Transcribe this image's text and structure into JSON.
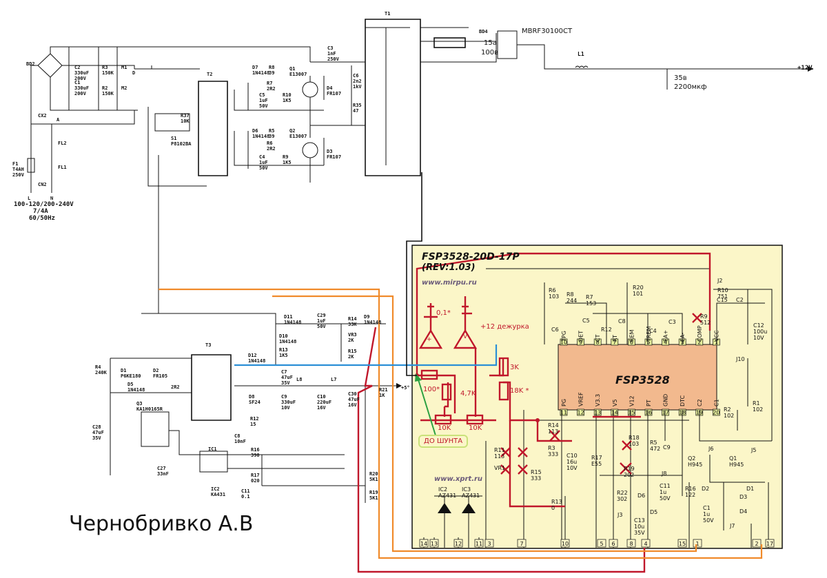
{
  "author": "Чернобривко А.В",
  "board": {
    "title": "FSP3528-20D-17P",
    "rev": "(REV:1.03)",
    "url_top": "www.mirpu.ru",
    "url_bottom": "www.xprt.ru",
    "chip": "FSP3528"
  },
  "input": {
    "voltage": "100-120/200-240V",
    "current": "7/4A",
    "freq": "60/50Hz",
    "fuse": [
      "F1",
      "T4AH",
      "250V"
    ],
    "cn2": "CN2",
    "l": "L",
    "n": "N",
    "fl1": "FL1",
    "fl2": "FL2",
    "cx2": "CX2",
    "bd2": "BD2",
    "a": "A"
  },
  "primary": [
    {
      "id": "c2",
      "t": [
        "C2",
        "330uF",
        "200V"
      ]
    },
    {
      "id": "c1",
      "t": [
        "C1",
        "330uF",
        "200V"
      ]
    },
    {
      "id": "r3",
      "t": [
        "R3",
        "150K"
      ]
    },
    {
      "id": "r2",
      "t": [
        "R2",
        "150K"
      ]
    },
    {
      "id": "m1",
      "t": [
        "M1"
      ]
    },
    {
      "id": "m2",
      "t": [
        "M2"
      ]
    },
    {
      "id": "d",
      "t": [
        "D"
      ]
    },
    {
      "id": "t2",
      "t": [
        "T2"
      ]
    },
    {
      "id": "d7",
      "t": [
        "D7",
        "1N4148"
      ]
    },
    {
      "id": "r8",
      "t": [
        "R8",
        "39"
      ]
    },
    {
      "id": "q1",
      "t": [
        "Q1",
        "E13007"
      ]
    },
    {
      "id": "r7",
      "t": [
        "R7",
        "2R2"
      ]
    },
    {
      "id": "c5",
      "t": [
        "C5",
        "1uF",
        "50V"
      ]
    },
    {
      "id": "r10",
      "t": [
        "R10",
        "1K5"
      ]
    },
    {
      "id": "d4",
      "t": [
        "D4",
        "FR107"
      ]
    },
    {
      "id": "c3",
      "t": [
        "C3",
        "1nF",
        "250V"
      ]
    },
    {
      "id": "c6",
      "t": [
        "C6",
        "2n2",
        "1kV"
      ]
    },
    {
      "id": "r35",
      "t": [
        "R35",
        "47"
      ]
    },
    {
      "id": "d6",
      "t": [
        "D6",
        "1N4148"
      ]
    },
    {
      "id": "r5",
      "t": [
        "R5",
        "39"
      ]
    },
    {
      "id": "q2",
      "t": [
        "Q2",
        "E13007"
      ]
    },
    {
      "id": "r6",
      "t": [
        "R6",
        "2R2"
      ]
    },
    {
      "id": "c4",
      "t": [
        "C4",
        "1uF",
        "50V"
      ]
    },
    {
      "id": "r9",
      "t": [
        "R9",
        "1K5"
      ]
    },
    {
      "id": "d3",
      "t": [
        "D3",
        "FR107"
      ]
    },
    {
      "id": "r37",
      "t": [
        "R37",
        "10K"
      ]
    },
    {
      "id": "s1",
      "t": [
        "S1",
        "P8102BA"
      ]
    },
    {
      "id": "t1",
      "t": [
        "T1"
      ]
    }
  ],
  "output": {
    "bd4": "BD4",
    "diode_part": "MBRF30100CT",
    "diode_i": "15a",
    "diode_v": "100в",
    "l1": "L1",
    "cap_v": "35в",
    "cap_c": "2200мкф",
    "rail": "+12V"
  },
  "standby": [
    {
      "id": "r14",
      "t": [
        "R14",
        "33K"
      ]
    },
    {
      "id": "d9",
      "t": [
        "D9",
        "1N4148"
      ]
    },
    {
      "id": "c29",
      "t": [
        "C29",
        "1uF",
        "50V"
      ]
    },
    {
      "id": "d11",
      "t": [
        "D11",
        "1N4148"
      ]
    },
    {
      "id": "vr3",
      "t": [
        "VR3",
        "2K"
      ]
    },
    {
      "id": "r15",
      "t": [
        "R15",
        "2K"
      ]
    },
    {
      "id": "d10",
      "t": [
        "D10",
        "1N4148"
      ]
    },
    {
      "id": "r13",
      "t": [
        "R13",
        "1K5"
      ]
    },
    {
      "id": "t3",
      "t": [
        "T3"
      ]
    },
    {
      "id": "d12",
      "t": [
        "D12",
        "1N4148"
      ]
    },
    {
      "id": "c7",
      "t": [
        "C7",
        "47uF",
        "35V"
      ]
    },
    {
      "id": "d8",
      "t": [
        "D8",
        "SF24"
      ]
    },
    {
      "id": "l8",
      "t": [
        "L8"
      ]
    },
    {
      "id": "l7",
      "t": [
        "L7"
      ]
    },
    {
      "id": "c9",
      "t": [
        "C9",
        "330uF",
        "10V"
      ]
    },
    {
      "id": "c10",
      "t": [
        "C10",
        "220uF",
        "16V"
      ]
    },
    {
      "id": "c30",
      "t": [
        "C30",
        "47uF",
        "16V"
      ]
    },
    {
      "id": "r21",
      "t": [
        "R21",
        "1K"
      ]
    },
    {
      "id": "plus5",
      "t": [
        "+5°"
      ]
    },
    {
      "id": "r4",
      "t": [
        "R4",
        "240K"
      ]
    },
    {
      "id": "d1",
      "t": [
        "D1",
        "P6KE180"
      ]
    },
    {
      "id": "d2",
      "t": [
        "D2",
        "FR105"
      ]
    },
    {
      "id": "d5",
      "t": [
        "D5",
        "1N4148"
      ]
    },
    {
      "id": "r_2r2",
      "t": [
        "2R2"
      ]
    },
    {
      "id": "q3",
      "t": [
        "Q3",
        "KA1H0165R"
      ]
    },
    {
      "id": "c28",
      "t": [
        "C28",
        "47uF",
        "35V"
      ]
    },
    {
      "id": "r12",
      "t": [
        "R12",
        "15"
      ]
    },
    {
      "id": "c8",
      "t": [
        "C8",
        "10nF"
      ]
    },
    {
      "id": "ic1",
      "t": [
        "IC1"
      ]
    },
    {
      "id": "r16",
      "t": [
        "R16",
        "390"
      ]
    },
    {
      "id": "r17",
      "t": [
        "R17",
        "020"
      ]
    },
    {
      "id": "c27",
      "t": [
        "C27",
        "33nF"
      ]
    },
    {
      "id": "ic2",
      "t": [
        "IC2",
        "KA431"
      ]
    },
    {
      "id": "c11",
      "t": [
        "C11",
        "0.1"
      ]
    },
    {
      "id": "r20",
      "t": [
        "R20",
        "5K1"
      ]
    },
    {
      "id": "r19",
      "t": [
        "R19",
        "5K1"
      ]
    }
  ],
  "annotations": {
    "c01": "0,1*",
    "standby12": "+12 дежурка",
    "r3k": "3K",
    "r18k": "18K *",
    "r100": "100*",
    "r47k": "4,7K",
    "pot1": "10K",
    "pot2": "10K",
    "shunt": "ДО ШУНТА",
    "plus": "+",
    "minus": "-",
    "vee": "V"
  },
  "chip_pins_top": [
    {
      "n": "10",
      "l": "TPG"
    },
    {
      "n": "9",
      "l": "DET"
    },
    {
      "n": "8",
      "l": "CT"
    },
    {
      "n": "7",
      "l": "RT"
    },
    {
      "n": "6",
      "l": "REM"
    },
    {
      "n": "5",
      "l": "TREM"
    },
    {
      "n": "4",
      "l": "EA+"
    },
    {
      "n": "3",
      "l": "EA-"
    },
    {
      "n": "2",
      "l": "COMP"
    },
    {
      "n": "1",
      "l": "VCC"
    }
  ],
  "chip_pins_bottom": [
    {
      "n": "11",
      "l": "PG"
    },
    {
      "n": "12",
      "l": "VREF"
    },
    {
      "n": "13",
      "l": "V3.3"
    },
    {
      "n": "14",
      "l": "V5"
    },
    {
      "n": "15",
      "l": "V12"
    },
    {
      "n": "16",
      "l": "PT"
    },
    {
      "n": "17",
      "l": "GND"
    },
    {
      "n": "18",
      "l": "DTC"
    },
    {
      "n": "19",
      "l": "C2"
    },
    {
      "n": "20",
      "l": "C1"
    }
  ],
  "board_parts": [
    {
      "id": "r6b",
      "t": [
        "R6",
        "103"
      ]
    },
    {
      "id": "r8b",
      "t": [
        "R8",
        "244"
      ]
    },
    {
      "id": "r7b",
      "t": [
        "R7",
        "153"
      ]
    },
    {
      "id": "r20b",
      "t": [
        "R20",
        "101"
      ]
    },
    {
      "id": "r10b",
      "t": [
        "R10",
        "751"
      ]
    },
    {
      "id": "j2",
      "t": [
        "J2"
      ]
    },
    {
      "id": "c15b",
      "t": [
        "C15"
      ]
    },
    {
      "id": "c2b",
      "t": [
        "C2"
      ]
    },
    {
      "id": "c12b",
      "t": [
        "C12",
        "100u",
        "10V"
      ]
    },
    {
      "id": "c5b",
      "t": [
        "C5"
      ]
    },
    {
      "id": "c6b",
      "t": [
        "C6"
      ]
    },
    {
      "id": "r12b",
      "t": [
        "R12"
      ]
    },
    {
      "id": "c8b",
      "t": [
        "C8"
      ]
    },
    {
      "id": "c4b",
      "t": [
        "C4"
      ]
    },
    {
      "id": "c3b",
      "t": [
        "C3"
      ]
    },
    {
      "id": "r9b",
      "t": [
        "R9",
        "512"
      ]
    },
    {
      "id": "j10",
      "t": [
        "J10"
      ]
    },
    {
      "id": "r1b",
      "t": [
        "R1",
        "102"
      ]
    },
    {
      "id": "r2b",
      "t": [
        "R2",
        "102"
      ]
    },
    {
      "id": "r14b",
      "t": [
        "R14",
        "113"
      ]
    },
    {
      "id": "r3b",
      "t": [
        "R3",
        "333"
      ]
    },
    {
      "id": "r18b",
      "t": [
        "R18",
        "103"
      ]
    },
    {
      "id": "r5b",
      "t": [
        "R5",
        "472"
      ]
    },
    {
      "id": "c9b",
      "t": [
        "C9"
      ]
    },
    {
      "id": "r11b",
      "t": [
        "R11",
        "113"
      ]
    },
    {
      "id": "r17b",
      "t": [
        "R17",
        "E55"
      ]
    },
    {
      "id": "c10b",
      "t": [
        "C10",
        "16u",
        "10V"
      ]
    },
    {
      "id": "vr1",
      "t": [
        "VR1"
      ]
    },
    {
      "id": "r15b",
      "t": [
        "R15",
        "333"
      ]
    },
    {
      "id": "r19b",
      "t": [
        "R19",
        "202"
      ]
    },
    {
      "id": "j6",
      "t": [
        "J6"
      ]
    },
    {
      "id": "j5",
      "t": [
        "J5"
      ]
    },
    {
      "id": "q2b",
      "t": [
        "Q2",
        "H945"
      ]
    },
    {
      "id": "q1b",
      "t": [
        "Q1",
        "H945"
      ]
    },
    {
      "id": "d2b",
      "t": [
        "D2"
      ]
    },
    {
      "id": "d1b",
      "t": [
        "D1"
      ]
    },
    {
      "id": "d3b",
      "t": [
        "D3"
      ]
    },
    {
      "id": "d4b",
      "t": [
        "D4"
      ]
    },
    {
      "id": "j8",
      "t": [
        "J8"
      ]
    },
    {
      "id": "r16b",
      "t": [
        "R16",
        "122"
      ]
    },
    {
      "id": "c11b",
      "t": [
        "C11",
        "1u",
        "50V"
      ]
    },
    {
      "id": "c1b",
      "t": [
        "C1",
        "1u",
        "50V"
      ]
    },
    {
      "id": "j7",
      "t": [
        "J7"
      ]
    },
    {
      "id": "r22b",
      "t": [
        "R22",
        "302"
      ]
    },
    {
      "id": "d6b",
      "t": [
        "D6"
      ]
    },
    {
      "id": "d5b",
      "t": [
        "D5"
      ]
    },
    {
      "id": "j3",
      "t": [
        "J3"
      ]
    },
    {
      "id": "c13b",
      "t": [
        "C13",
        "10u",
        "35V"
      ]
    },
    {
      "id": "r13b",
      "t": [
        "R13",
        "0"
      ]
    },
    {
      "id": "ic2b",
      "t": [
        "IC2",
        "AZ431"
      ]
    },
    {
      "id": "ic3b",
      "t": [
        "IC3",
        "AZ431"
      ]
    }
  ],
  "board_bottom_pins": [
    "14",
    "13",
    "12",
    "11",
    "3",
    "7",
    "10",
    "5",
    "6",
    "8",
    "4",
    "15",
    "1",
    "2",
    "17"
  ]
}
